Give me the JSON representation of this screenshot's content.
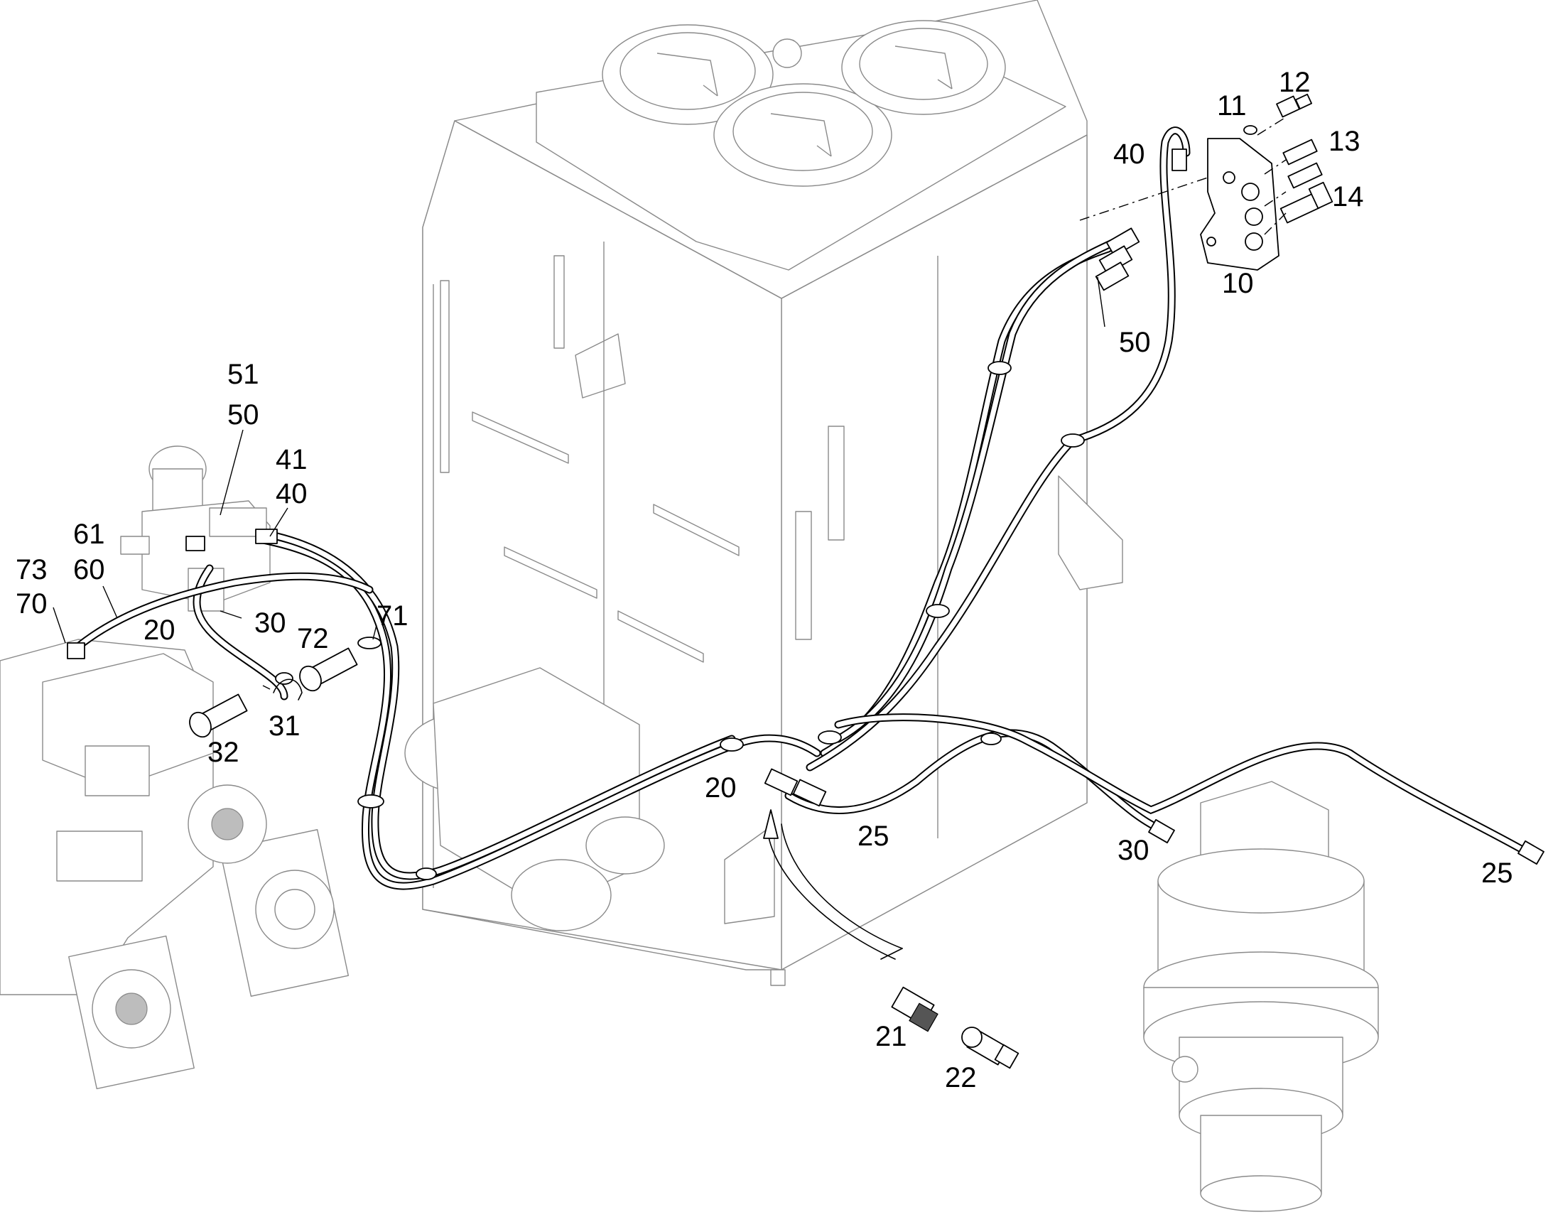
{
  "callouts": [
    {
      "id": "c-12a",
      "text": "12"
    },
    {
      "id": "c-11",
      "text": "11"
    },
    {
      "id": "c-13",
      "text": "13"
    },
    {
      "id": "c-40a",
      "text": "40"
    },
    {
      "id": "c-14",
      "text": "14"
    },
    {
      "id": "c-10",
      "text": "10"
    },
    {
      "id": "c-50a",
      "text": "50"
    },
    {
      "id": "c-51",
      "text": "51"
    },
    {
      "id": "c-50b",
      "text": "50"
    },
    {
      "id": "c-41",
      "text": "41"
    },
    {
      "id": "c-40b",
      "text": "40"
    },
    {
      "id": "c-61",
      "text": "61"
    },
    {
      "id": "c-73",
      "text": "73"
    },
    {
      "id": "c-60",
      "text": "60"
    },
    {
      "id": "c-70",
      "text": "70"
    },
    {
      "id": "c-20a",
      "text": "20"
    },
    {
      "id": "c-30a",
      "text": "30"
    },
    {
      "id": "c-71",
      "text": "71"
    },
    {
      "id": "c-72",
      "text": "72"
    },
    {
      "id": "c-31",
      "text": "31"
    },
    {
      "id": "c-32",
      "text": "32"
    },
    {
      "id": "c-20b",
      "text": "20"
    },
    {
      "id": "c-25a",
      "text": "25"
    },
    {
      "id": "c-30b",
      "text": "30"
    },
    {
      "id": "c-25b",
      "text": "25"
    },
    {
      "id": "c-21",
      "text": "21"
    },
    {
      "id": "c-22",
      "text": "22"
    }
  ]
}
